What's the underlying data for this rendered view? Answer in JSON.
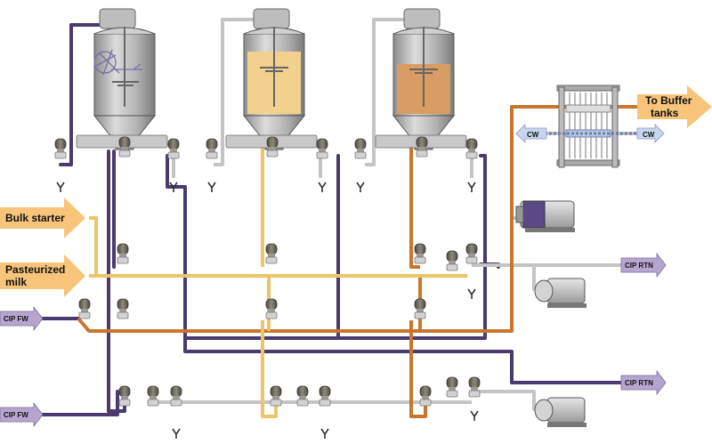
{
  "labels": {
    "bulk_starter": "Bulk starter",
    "pasteurized_line1": "Pasteurized",
    "pasteurized_line2": "milk",
    "to_buffer_line1": "To Buffer",
    "to_buffer_line2": "tanks",
    "cw_left": "CW",
    "cw_right": "CW",
    "cip_fw_top": "CIP FW",
    "cip_fw_bottom": "CIP FW",
    "cip_rtn_top": "CIP RTN",
    "cip_rtn_bottom": "CIP RTN"
  },
  "colors": {
    "purple_pipe": "#4a3a6e",
    "orange_pipe": "#c9752e",
    "yellow_pipe": "#ecc46a",
    "grey_pipe": "#c9c9c9",
    "arrow_orange": "#f7c47a",
    "arrow_purple": "#b6a6cf",
    "arrow_blue": "#c9d5ef",
    "tank_steel": "#a7a7a7",
    "tank2_fill": "#f2d08e",
    "tank3_fill": "#d99c62",
    "valve_body": "#6c6a60"
  },
  "icons": {
    "tank": "fermentation-tank-icon",
    "valve": "mix-proof-valve-icon",
    "pump": "centrifugal-pump-icon",
    "heat_exchanger": "plate-heat-exchanger-icon",
    "drain": "drain-icon"
  }
}
